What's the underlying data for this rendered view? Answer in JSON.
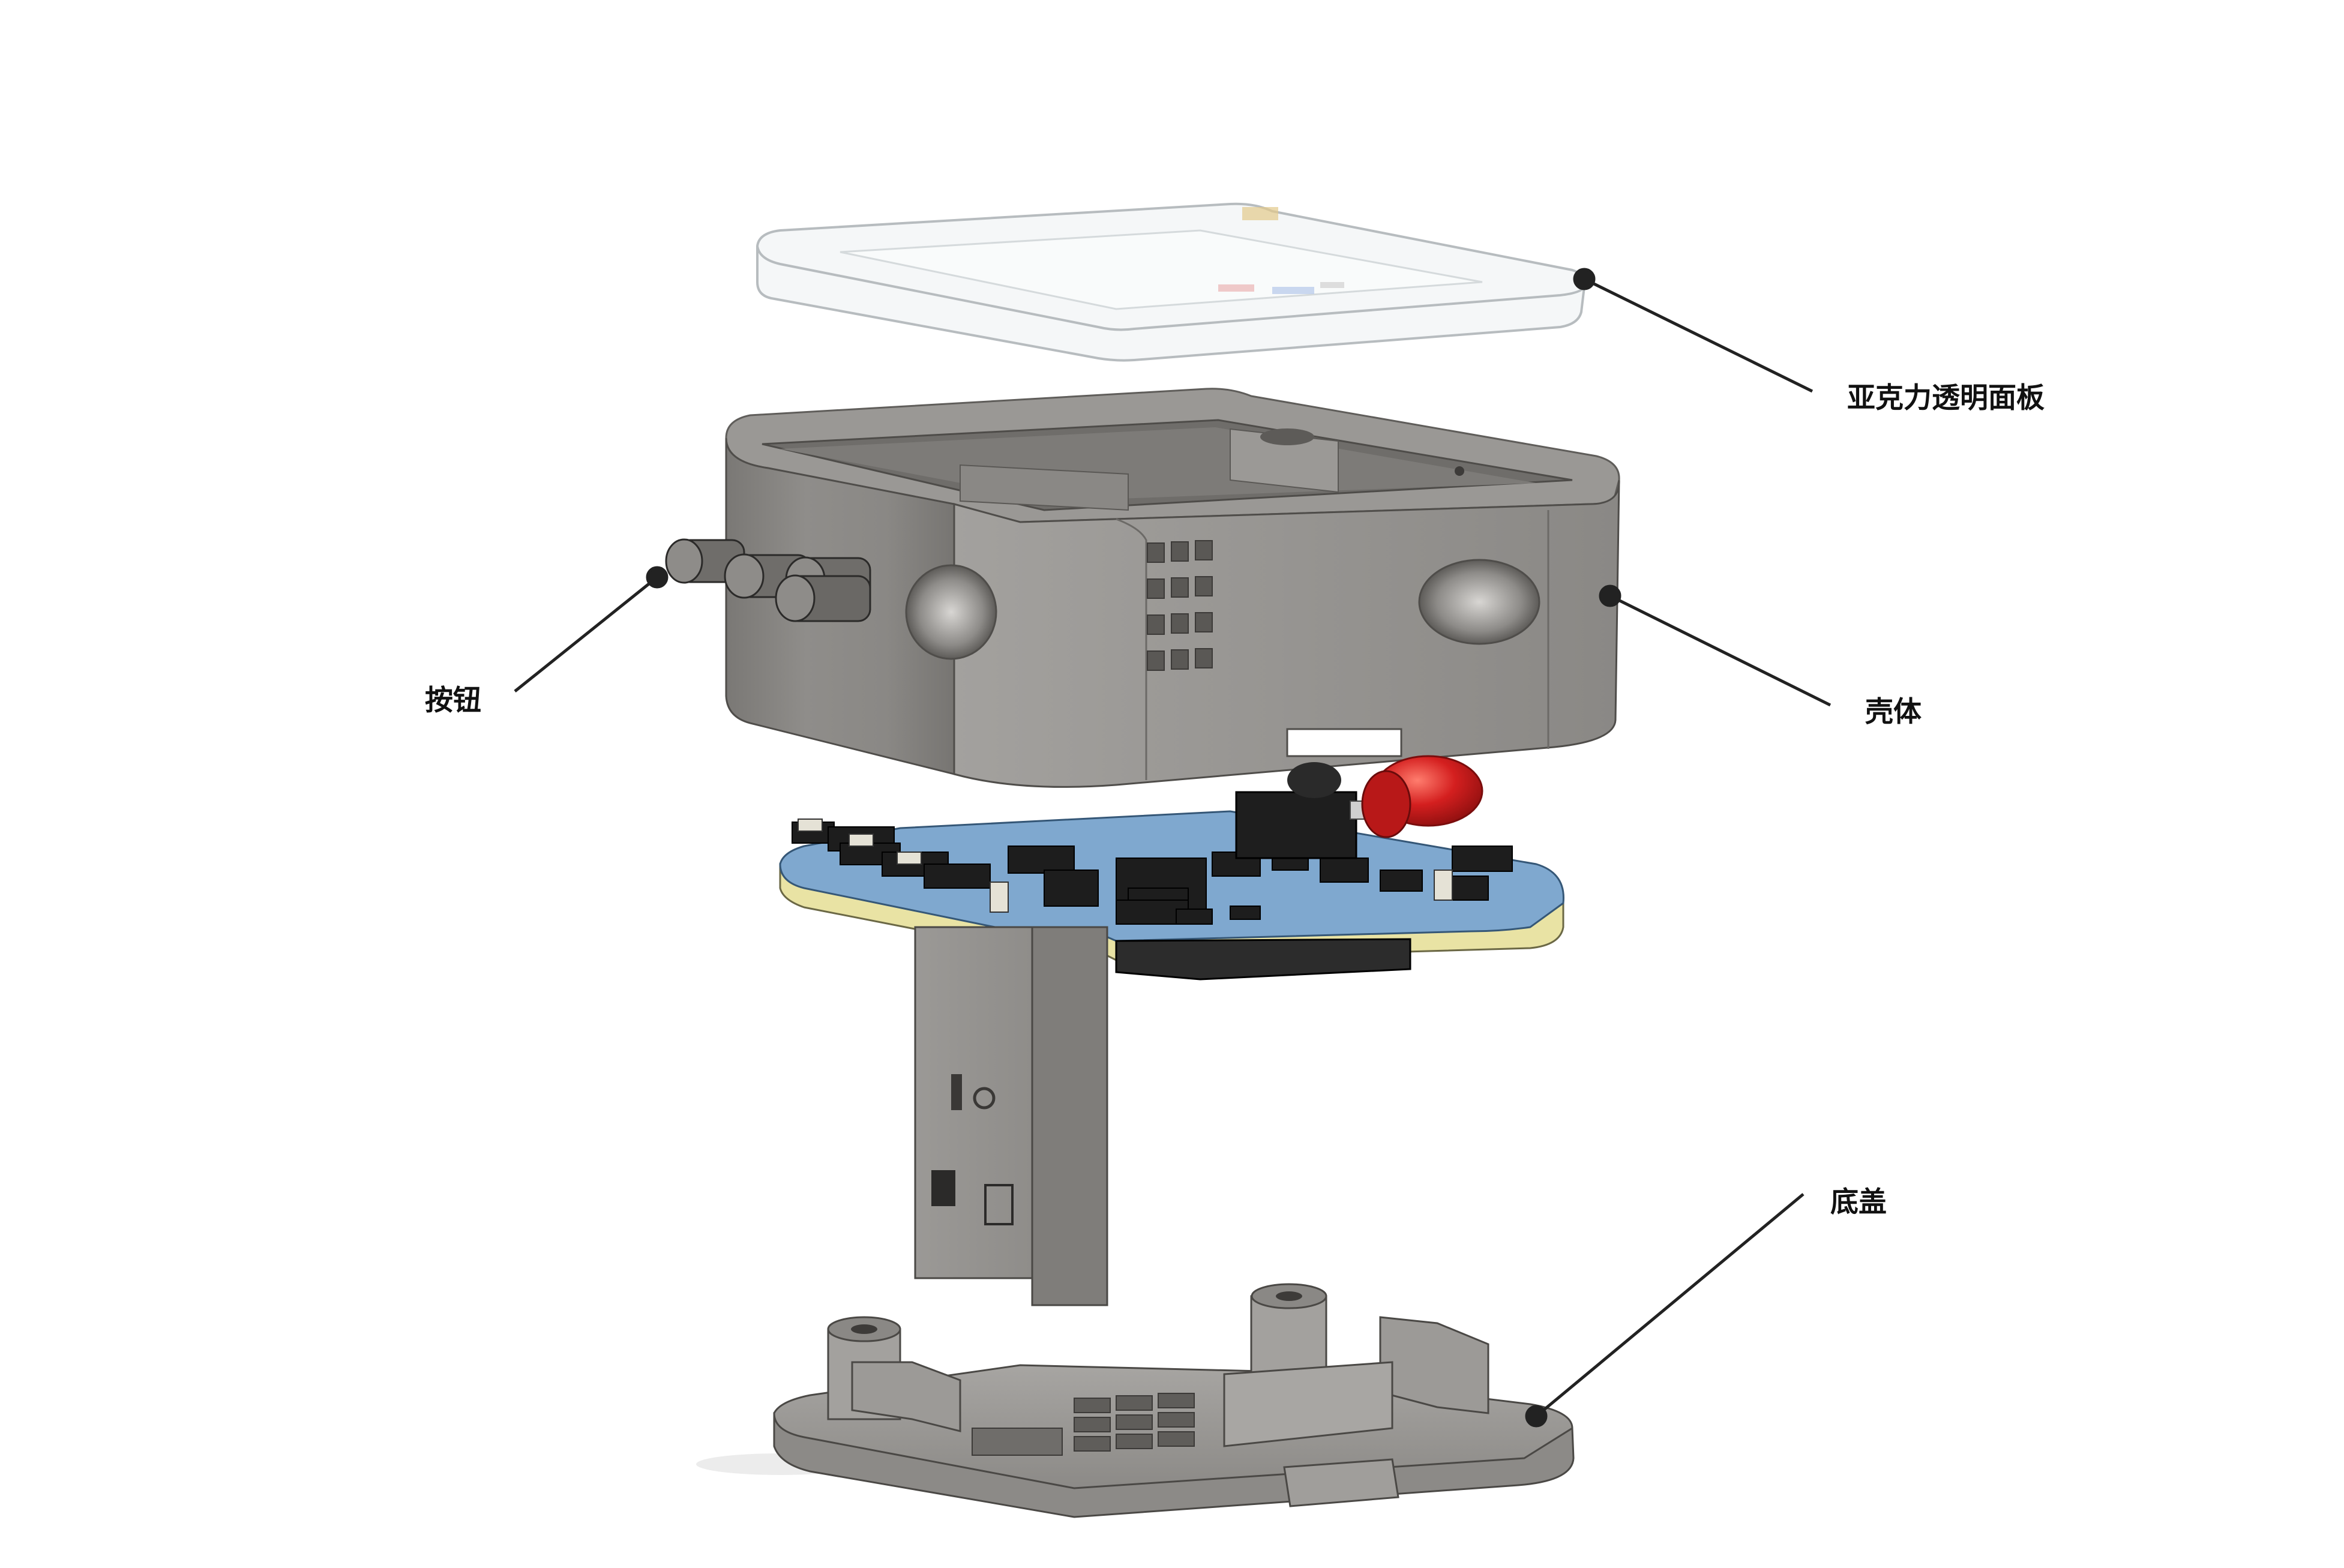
{
  "callouts": {
    "acrylic_panel": "亚克力透明面板",
    "shell": "壳体",
    "buttons": "按钮",
    "base_cover": "底盖"
  },
  "colors": {
    "background": "#ffffff",
    "housing_gray": "#8e8c89",
    "pcb_blue": "#7fa8cf",
    "pcb_edge": "#e9e3a4",
    "led_red": "#d41f1f",
    "acrylic": "#f4f6f7",
    "leader_line": "#222222"
  }
}
